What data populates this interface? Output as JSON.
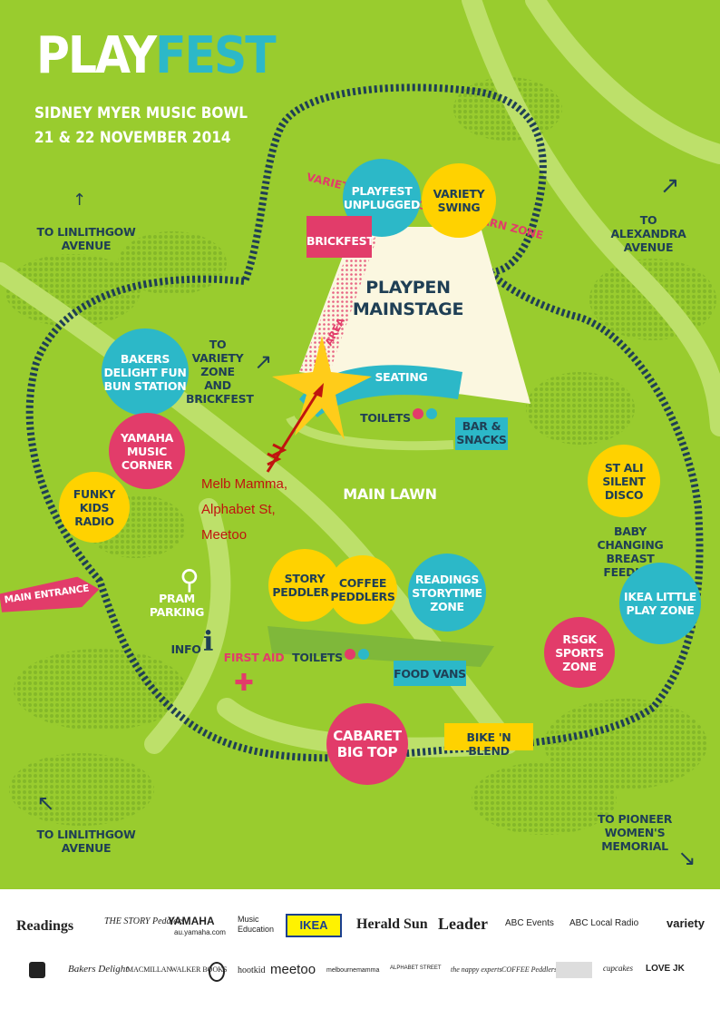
{
  "header": {
    "logo_play": "PLAY",
    "logo_fest": "FEST",
    "venue": "SIDNEY MYER MUSIC BOWL",
    "dates": "21 & 22 NOVEMBER 2014"
  },
  "directions": {
    "linlithgow_top": "TO LINLITHGOW AVENUE",
    "alexandra": "TO ALEXANDRA AVENUE",
    "variety_zone": "TO VARIETY ZONE AND BRICKFEST",
    "linlithgow_bottom": "TO LINLITHGOW AVENUE",
    "pioneer": "TO PIONEER WOMEN'S MEMORIAL",
    "main_entrance": "MAIN ENTRANCE"
  },
  "zones": {
    "variety_banner": "VARIETY LIVE, LAUGH AND LEARN ZONE",
    "playfest_unplugged": "PLAYFEST UNPLUGGED",
    "variety_swing": "VARIETY SWING",
    "brickfest": "BRICKFEST",
    "playpen_mainstage": "PLAYPEN MAINSTAGE",
    "vip_area": "VIP AREA",
    "seating": "SEATING",
    "toilets_top": "TOILETS",
    "bar_snacks": "BAR & SNACKS",
    "bakers_delight": "BAKERS DELIGHT FUN BUN STATION",
    "yamaha_corner": "YAMAHA MUSIC CORNER",
    "funky_kids": "FUNKY KIDS RADIO",
    "main_lawn": "MAIN LAWN",
    "st_ali": "ST ALI SILENT DISCO",
    "baby_changing": "BABY CHANGING BREAST FEEDING",
    "ikea_zone": "IKEA LITTLE PLAY ZONE",
    "rsgk": "RSGK SPORTS ZONE",
    "story_peddlers": "STORY PEDDLERS",
    "coffee_peddlers": "COFFEE PEDDLERS",
    "readings_zone": "READINGS STORYTIME ZONE",
    "pram_parking": "PRAM PARKING",
    "info": "INFO",
    "first_aid": "FIRST AID",
    "toilets_bottom": "TOILETS",
    "food_vans": "FOOD VANS",
    "cabaret": "CABARET BIG TOP",
    "bike_blend": "BIKE 'N BLEND"
  },
  "annotation": {
    "line1": "Melb Mamma,",
    "line2": "Alphabet St,",
    "line3": "Meetoo"
  },
  "sponsors": {
    "row1": [
      "Readings",
      "THE STORY Peddlers",
      "YAMAHA",
      "Music Education",
      "IKEA",
      "Herald Sun",
      "Leader",
      "ABC Events",
      "ABC Local Radio",
      "variety"
    ],
    "yamaha_url": "au.yamaha.com",
    "row2": [
      "Bakers Delight",
      "MACMILLAN",
      "WALKER BOOKS",
      "hootkid",
      "meetoo",
      "melbournemamma",
      "ALPHABET STREET",
      "the nappy experts",
      "COFFEE Peddlers",
      "cupcakes",
      "LOVE JK"
    ]
  },
  "colors": {
    "grass": "#99cc2e",
    "navy": "#1f3f55",
    "teal": "#2cb8c8",
    "yellow": "#ffd200",
    "pink": "#e23c6a",
    "annotation_red": "#c0140f"
  }
}
